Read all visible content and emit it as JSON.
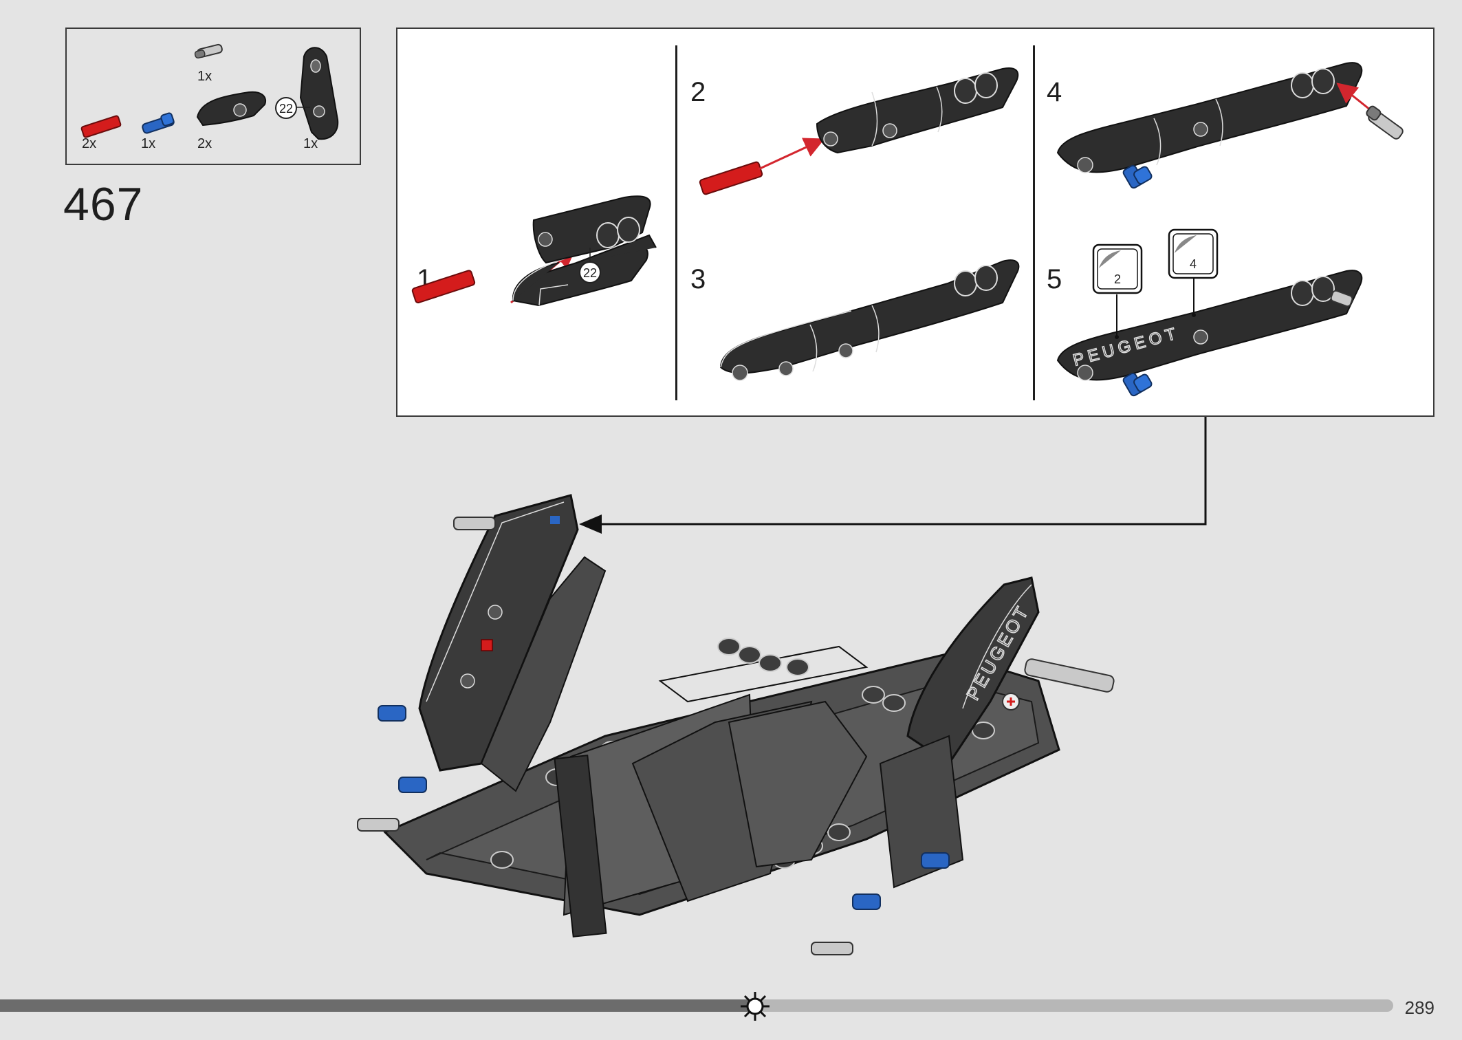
{
  "parts_list": {
    "items": [
      {
        "qty": "1x",
        "icon": "gray-pin-icon"
      },
      {
        "qty": "2x",
        "icon": "red-axle-icon"
      },
      {
        "qty": "1x",
        "icon": "blue-pin-icon"
      },
      {
        "qty": "2x",
        "icon": "dark-panel-icon"
      },
      {
        "qty": "1x",
        "icon": "dark-fairing-icon",
        "callout": "22"
      }
    ]
  },
  "step": {
    "number": "467"
  },
  "substeps": [
    {
      "label": "1",
      "callout": "22"
    },
    {
      "label": "2"
    },
    {
      "label": "3"
    },
    {
      "label": "4"
    },
    {
      "label": "5",
      "stickers": [
        "2",
        "4"
      ],
      "sticker_text": "PEUGEOT"
    }
  ],
  "footer": {
    "page_number": "289",
    "progress_icon": "sun-icon"
  },
  "colors": {
    "part_dark": "#2d2d2d",
    "axle_red": "#d41c1c",
    "pin_blue": "#2a66c4",
    "pin_gray": "#c9c9c9",
    "arrow_red": "#d3262e"
  }
}
